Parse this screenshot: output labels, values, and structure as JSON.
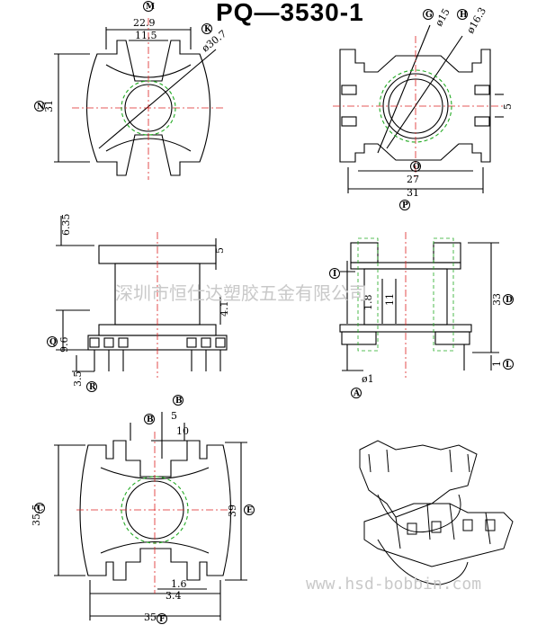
{
  "title": "PQ—3530-1",
  "watermark": "深圳市恒仕达塑胶五金有限公司",
  "watermark_url": "www.hsd-bobbin.com",
  "top_left": {
    "d1": "22.9",
    "d2": "11.5",
    "d3": "ø30.7",
    "h": "31",
    "l1": "M",
    "l2": "K",
    "l3": "N"
  },
  "top_right": {
    "d1": "ø15",
    "d2": "ø16.3",
    "d3": "5",
    "w1": "27",
    "w2": "31",
    "l1": "G",
    "l2": "H",
    "l3": "O",
    "l4": "P"
  },
  "mid_left": {
    "d1": "6.35",
    "d2": "5",
    "d3": "4.1",
    "d4": "9.6",
    "d5": "3.5",
    "l1": "Q",
    "l2": "R"
  },
  "mid_right": {
    "d1": "1.8",
    "d2": "11",
    "d3": "33",
    "d4": "1",
    "d5": "ø1",
    "l1": "I",
    "l2": "D",
    "l3": "L",
    "l4": "A"
  },
  "bottom_left": {
    "d1": "5",
    "d2": "10",
    "d3": "35.5",
    "d4": "39",
    "d5": "1.6",
    "d6": "3.4",
    "d7": "35",
    "l1": "B",
    "l2": "B",
    "l3": "C",
    "l4": "E",
    "l5": "F"
  }
}
